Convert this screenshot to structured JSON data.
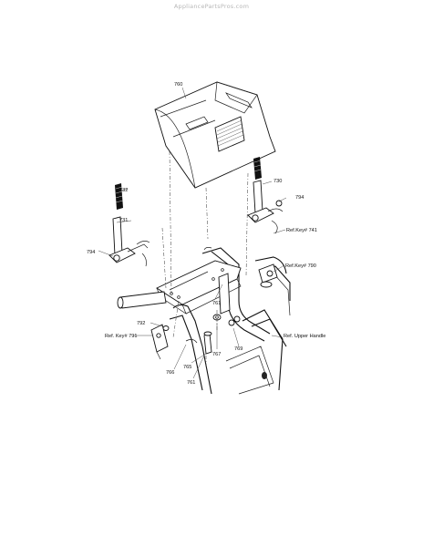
{
  "watermark": "AppliancePartsPros.com",
  "callouts": {
    "c760": "760",
    "c730": "730",
    "c732": "732",
    "c794a": "794",
    "c794b": "794",
    "c731": "731",
    "ref741": "Ref.Key# 741",
    "ref790": "Ref.Key# 790",
    "c761a": "761",
    "c761b": "761",
    "c792": "792",
    "ref791": "Ref. Key# 791",
    "c767": "767",
    "c769": "769",
    "c765": "765",
    "c766": "766",
    "refUpper": "Ref. Upper Handle"
  },
  "colors": {
    "line": "#111111",
    "background": "#ffffff",
    "watermark": "#b8b8b8"
  }
}
